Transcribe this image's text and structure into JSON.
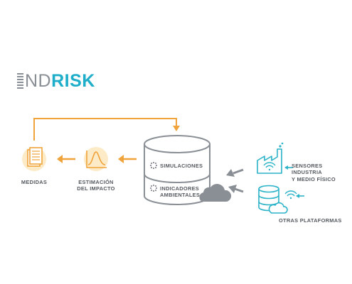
{
  "logo": {
    "prefix": "ND",
    "accent": "RISK"
  },
  "nodes": {
    "medidas": "MEDIDAS",
    "estimacion_line1": "ESTIMACIÓN",
    "estimacion_line2": "DEL IMPACTO",
    "simulaciones": "SIMULACIONES",
    "indicadores_line1": "INDICADORES",
    "indicadores_line2": "AMBIENTALES",
    "sensores_line1": "SENSORES INDUSTRIA",
    "sensores_line2": "Y MEDIO FÍSICO",
    "otras": "OTRAS PLATAFORMAS"
  },
  "colors": {
    "orange": "#f0a33a",
    "teal": "#2bb3c8",
    "gray": "#8a8f96",
    "light_gray": "#c9ccd0"
  }
}
